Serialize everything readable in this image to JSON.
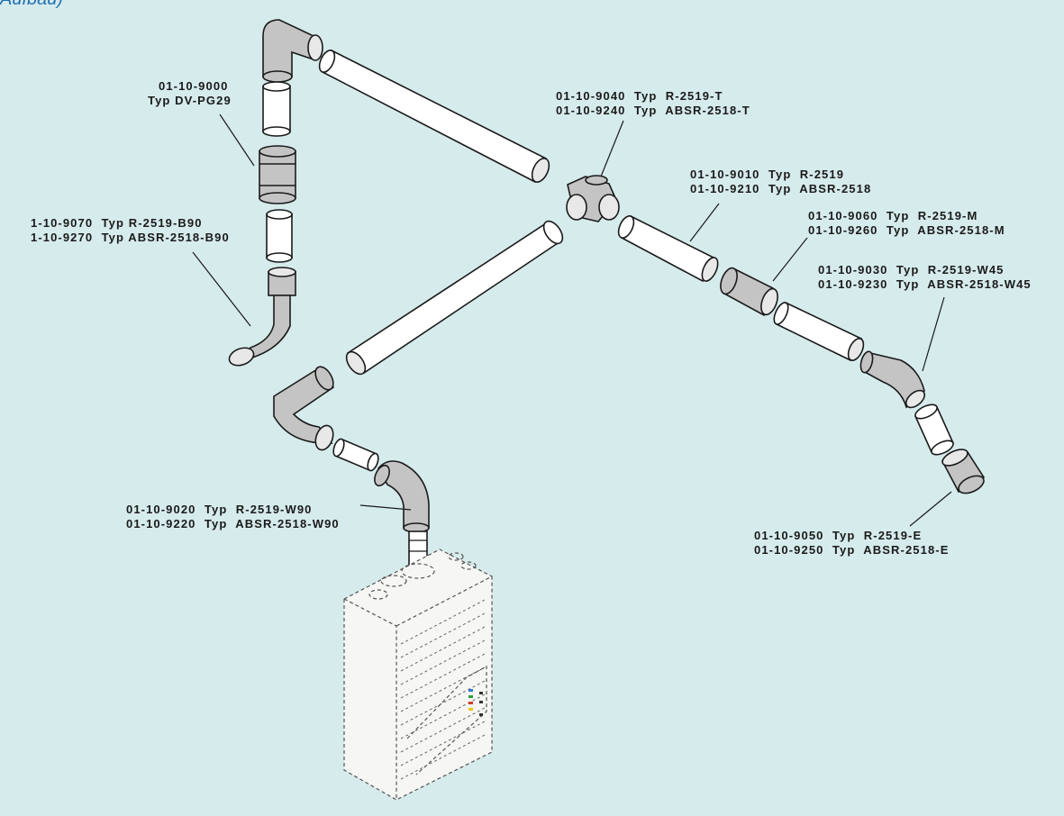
{
  "corner_text": "Aufbau)",
  "parts": [
    {
      "id": "dv-pg29",
      "lines": [
        "01-10-9000",
        "Typ DV-PG29"
      ]
    },
    {
      "id": "b90",
      "lines": [
        "1-10-9070  Typ R-2519-B90",
        "1-10-9270  Typ ABSR-2518-B90"
      ]
    },
    {
      "id": "tee",
      "lines": [
        "01-10-9040  Typ  R-2519-T",
        "01-10-9240  Typ  ABSR-2518-T"
      ]
    },
    {
      "id": "pipe",
      "lines": [
        "01-10-9010  Typ  R-2519",
        "01-10-9210  Typ  ABSR-2518"
      ]
    },
    {
      "id": "coupling",
      "lines": [
        "01-10-9060  Typ  R-2519-M",
        "01-10-9260  Typ  ABSR-2518-M"
      ]
    },
    {
      "id": "w45",
      "lines": [
        "01-10-9030  Typ  R-2519-W45",
        "01-10-9230  Typ  ABSR-2518-W45"
      ]
    },
    {
      "id": "w90",
      "lines": [
        "01-10-9020  Typ  R-2519-W90",
        "01-10-9220  Typ  ABSR-2518-W90"
      ]
    },
    {
      "id": "end-cap",
      "lines": [
        "01-10-9050  Typ  R-2519-E",
        "01-10-9250  Typ  ABSR-2518-E"
      ]
    }
  ]
}
